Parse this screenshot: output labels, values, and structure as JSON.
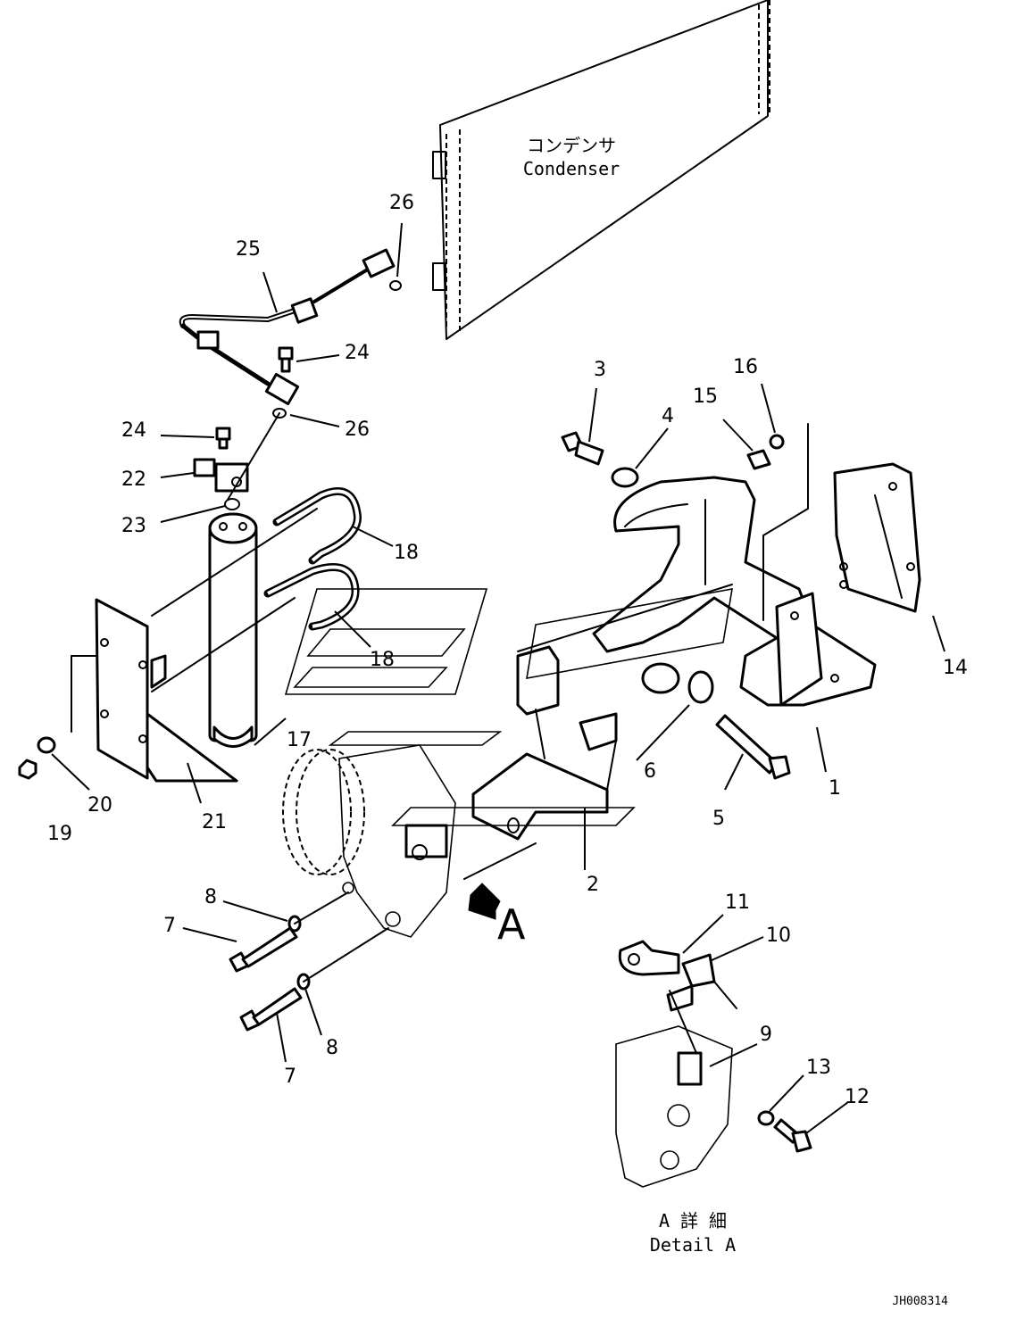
{
  "condenser": {
    "label_jp": "コンデンサ",
    "label_en": "Condenser"
  },
  "view_marker": "A",
  "detail": {
    "label_jp": "A 詳 細",
    "label_en": "Detail A"
  },
  "drawing_code": "JH008314",
  "callouts": [
    "1",
    "2",
    "3",
    "4",
    "5",
    "6",
    "7",
    "7",
    "8",
    "8",
    "9",
    "10",
    "11",
    "12",
    "13",
    "14",
    "15",
    "16",
    "17",
    "18",
    "18",
    "19",
    "20",
    "21",
    "22",
    "23",
    "24",
    "24",
    "25",
    "26",
    "26"
  ]
}
